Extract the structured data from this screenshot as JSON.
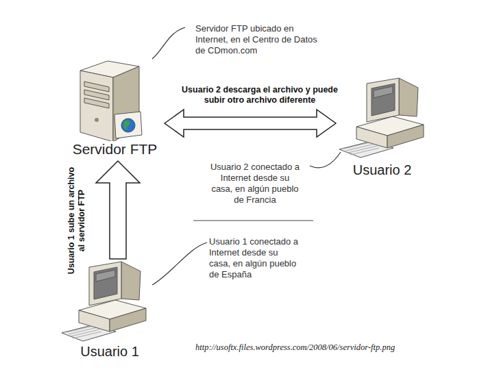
{
  "diagram": {
    "nodes": [
      {
        "text": [
          "Servidor FTP"
        ]
      },
      {
        "text": [
          "Usuario 2"
        ]
      },
      {
        "text": [
          "Usuario 1"
        ]
      }
    ],
    "edges": [
      {
        "from": 0,
        "to": 1,
        "arrow": "both",
        "label": "Usuario 2 descarga el archivo y puede subir otro archivo diferente"
      },
      {
        "from": 2,
        "to": 0,
        "arrow": "to",
        "label": "Usuario 1 sube un archivo al servidor FTP"
      }
    ],
    "labels": [
      "Servidor FTP ubicado en Internet, en el Centro de Datos de CDmon.com",
      "Usuario 2 conectado a Internet desde su casa, en algún pueblo de Francia",
      "Usuario 1 conectado a Internet desde su casa, en algún pueblo de España",
      "http://usoftx.files.wordpress.com/2008/06/servidor-ftp.png"
    ]
  }
}
